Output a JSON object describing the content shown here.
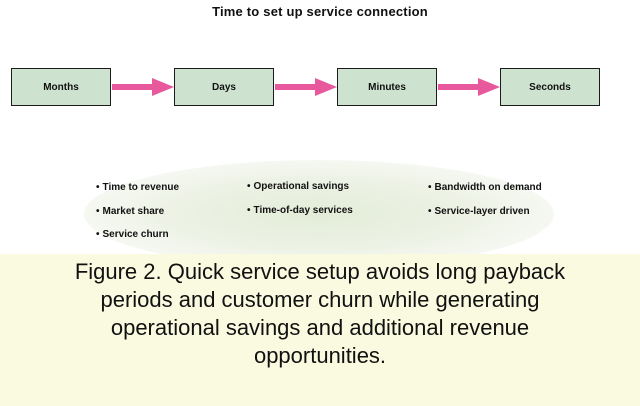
{
  "diagram": {
    "title": "Time to set up service connection",
    "stages": [
      "Months",
      "Days",
      "Minutes",
      "Seconds"
    ],
    "benefits": {
      "col1": [
        "Time to revenue",
        "Market share",
        "Service churn"
      ],
      "col2": [
        "Operational savings",
        "Time-of-day services"
      ],
      "col3": [
        "Bandwidth on demand",
        "Service-layer driven"
      ]
    },
    "colors": {
      "box_fill": "#cde3cf",
      "box_border": "#1c1c1c",
      "arrow": "#e8589c",
      "oval": "#e3ecd8",
      "caption_bg": "#fafae0"
    }
  },
  "caption": {
    "lines": [
      "Figure 2. Quick service setup avoids long payback",
      "periods and customer churn while generating",
      "operational savings and additional revenue",
      "opportunities."
    ]
  }
}
